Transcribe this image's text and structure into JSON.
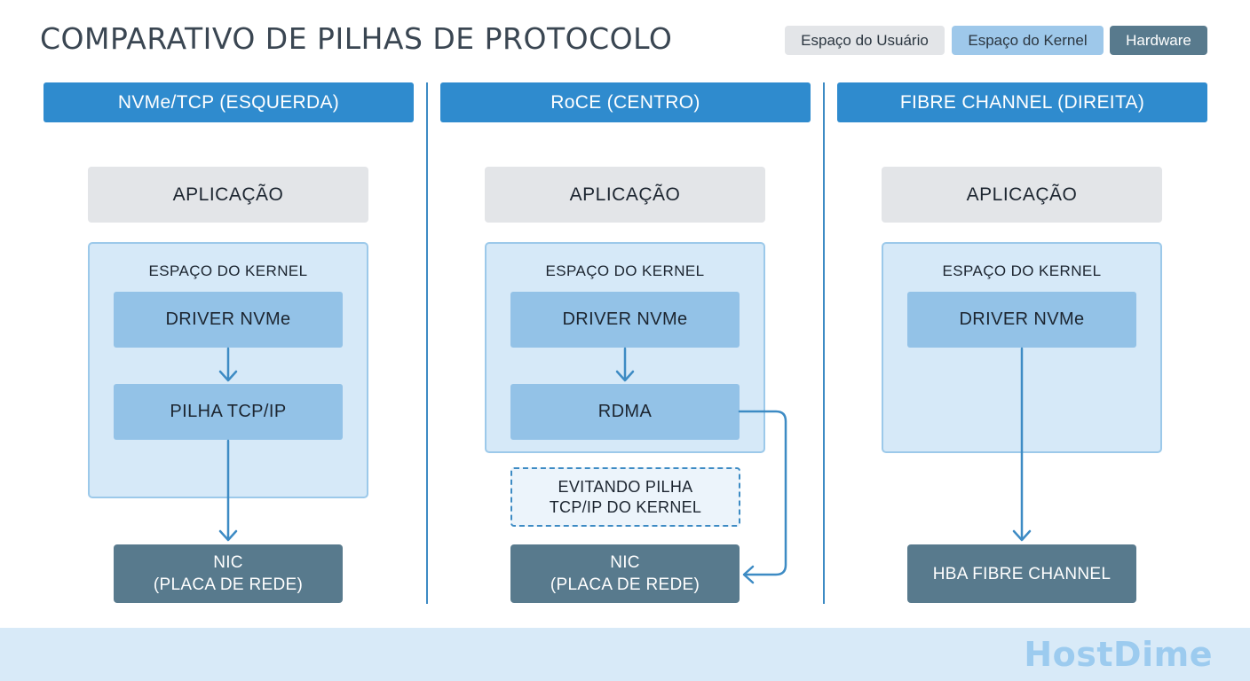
{
  "title": "COMPARATIVO DE PILHAS DE PROTOCOLO",
  "legend": {
    "user_space": "Espaço do Usuário",
    "kernel_space": "Espaço do Kernel",
    "hardware": "Hardware"
  },
  "colors": {
    "header_blue": "#2f8bce",
    "user_space_gray": "#e3e5e8",
    "kernel_space_light_blue": "#d6e9f8",
    "kernel_component_blue": "#93c2e7",
    "hardware_slate": "#587a8d",
    "arrow_blue": "#3d8bc4"
  },
  "columns": [
    {
      "header": "NVMe/TCP (ESQUERDA)",
      "application": "APLICAÇÃO",
      "kernel_label": "ESPAÇO DO KERNEL",
      "driver": "DRIVER NVMe",
      "stack": "PILHA TCP/IP",
      "hardware_line1": "NIC",
      "hardware_line2": "(PLACA DE REDE)"
    },
    {
      "header": "RoCE (CENTRO)",
      "application": "APLICAÇÃO",
      "kernel_label": "ESPAÇO DO KERNEL",
      "driver": "DRIVER NVMe",
      "stack": "RDMA",
      "bypass_line1": "EVITANDO PILHA",
      "bypass_line2": "TCP/IP DO KERNEL",
      "hardware_line1": "NIC",
      "hardware_line2": "(PLACA DE REDE)"
    },
    {
      "header": "FIBRE CHANNEL (DIREITA)",
      "application": "APLICAÇÃO",
      "kernel_label": "ESPAÇO DO KERNEL",
      "driver": "DRIVER NVMe",
      "hardware_line1": "HBA FIBRE CHANNEL"
    }
  ],
  "brand": "HostDime"
}
